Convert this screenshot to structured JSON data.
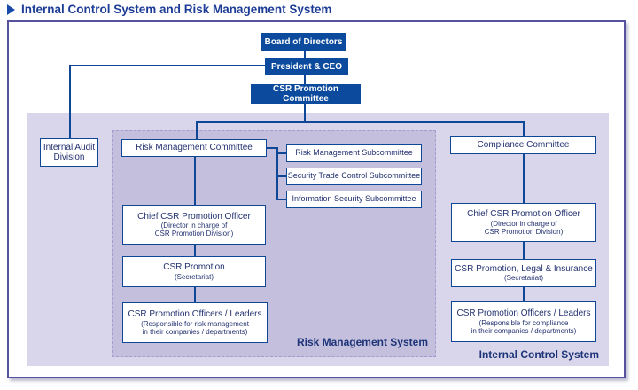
{
  "title": "Internal Control System and Risk Management System",
  "colors": {
    "title_blue": "#1d3c96",
    "dark_box_fill": "#0b4a9c",
    "line_navy": "#0d4796",
    "box_text_navy": "#233270",
    "outer_area_purple": "#d9d5ea",
    "risk_panel_purple": "#c5bfde",
    "frame_border": "#57529e"
  },
  "top": {
    "board": "Board of Directors",
    "president": "President & CEO",
    "csr_committee": "CSR Promotion Committee"
  },
  "audit": {
    "line1": "Internal Audit",
    "line2": "Division"
  },
  "risk_system": {
    "label": "Risk Management System",
    "committee": "Risk Management Committee",
    "subcommittees": [
      "Risk Management Subcommittee",
      "Security Trade Control Subcommittee",
      "Information Security Subcommittee"
    ],
    "chief": {
      "main": "Chief CSR Promotion Officer",
      "sub1": "(Director in charge of",
      "sub2": "CSR Promotion Division)"
    },
    "secretariat": {
      "main": "CSR Promotion",
      "sub1": "(Secretariat)"
    },
    "officers": {
      "main": "CSR Promotion Officers / Leaders",
      "sub1": "(Responsible for risk management",
      "sub2": "in their companies / departments)"
    }
  },
  "control_system": {
    "label": "Internal Control System",
    "committee": "Compliance Committee",
    "chief": {
      "main": "Chief CSR Promotion Officer",
      "sub1": "(Director in charge of",
      "sub2": "CSR Promotion Division)"
    },
    "secretariat": {
      "main": "CSR Promotion, Legal & Insurance",
      "sub1": "(Secretariat)"
    },
    "officers": {
      "main": "CSR Promotion Officers / Leaders",
      "sub1": "(Responsible for compliance",
      "sub2": "in their companies / departments)"
    }
  }
}
